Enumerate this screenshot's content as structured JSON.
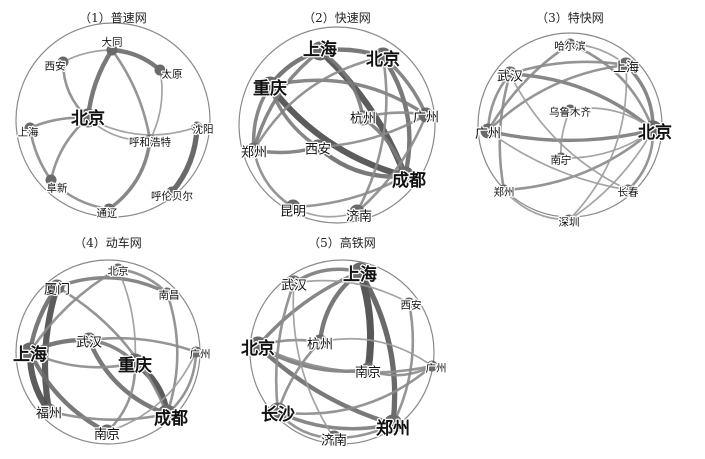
{
  "panels": [
    {
      "id": "p1",
      "title": "（1）普速网",
      "nodes": [
        {
          "id": "datong",
          "label": "大同",
          "size": 1
        },
        {
          "id": "taiyuan",
          "label": "太原",
          "size": 1
        },
        {
          "id": "xian",
          "label": "西安",
          "size": 1
        },
        {
          "id": "beijing",
          "label": "北京",
          "size": 3
        },
        {
          "id": "huhehaote",
          "label": "呼和浩特",
          "size": 1
        },
        {
          "id": "shenyang",
          "label": "沈阳",
          "size": 1
        },
        {
          "id": "shanghai",
          "label": "上海",
          "size": 1
        },
        {
          "id": "fuxin",
          "label": "阜新",
          "size": 1
        },
        {
          "id": "tongliao",
          "label": "通辽",
          "size": 1
        },
        {
          "id": "hulunbeier",
          "label": "呼伦贝尔",
          "size": 1
        }
      ],
      "edges": [
        {
          "s": "beijing",
          "t": "datong",
          "w": 4
        },
        {
          "s": "datong",
          "t": "taiyuan",
          "w": 4
        },
        {
          "s": "beijing",
          "t": "xian",
          "w": 2
        },
        {
          "s": "beijing",
          "t": "shanghai",
          "w": 2
        },
        {
          "s": "beijing",
          "t": "fuxin",
          "w": 2
        },
        {
          "s": "beijing",
          "t": "huhehaote",
          "w": 1
        },
        {
          "s": "datong",
          "t": "huhehaote",
          "w": 2
        },
        {
          "s": "shenyang",
          "t": "hulunbeier",
          "w": 5
        },
        {
          "s": "tongliao",
          "t": "huhehaote",
          "w": 3
        },
        {
          "s": "fuxin",
          "t": "shanghai",
          "w": 2
        },
        {
          "s": "fuxin",
          "t": "tongliao",
          "w": 2
        },
        {
          "s": "beijing",
          "t": "shenyang",
          "w": 1
        },
        {
          "s": "xian",
          "t": "datong",
          "w": 1
        },
        {
          "s": "taiyuan",
          "t": "huhehaote",
          "w": 1
        }
      ]
    },
    {
      "id": "p2",
      "title": "（2）快速网",
      "nodes": [
        {
          "id": "shanghai",
          "label": "上海",
          "size": 3
        },
        {
          "id": "beijing",
          "label": "北京",
          "size": 3
        },
        {
          "id": "chongqing",
          "label": "重庆",
          "size": 3
        },
        {
          "id": "hangzhou",
          "label": "杭州",
          "size": 2
        },
        {
          "id": "guangzhou",
          "label": "广州",
          "size": 2
        },
        {
          "id": "zhengzhou",
          "label": "郑州",
          "size": 2
        },
        {
          "id": "xian",
          "label": "西安",
          "size": 2
        },
        {
          "id": "chengdu",
          "label": "成都",
          "size": 3
        },
        {
          "id": "kunming",
          "label": "昆明",
          "size": 2
        },
        {
          "id": "jinan",
          "label": "济南",
          "size": 2
        }
      ],
      "edges": [
        {
          "s": "shanghai",
          "t": "chengdu",
          "w": 6
        },
        {
          "s": "chongqing",
          "t": "chengdu",
          "w": 6
        },
        {
          "s": "beijing",
          "t": "chengdu",
          "w": 4
        },
        {
          "s": "shanghai",
          "t": "beijing",
          "w": 4
        },
        {
          "s": "shanghai",
          "t": "chongqing",
          "w": 4
        },
        {
          "s": "chongqing",
          "t": "guangzhou",
          "w": 3
        },
        {
          "s": "beijing",
          "t": "guangzhou",
          "w": 3
        },
        {
          "s": "shanghai",
          "t": "zhengzhou",
          "w": 3
        },
        {
          "s": "xian",
          "t": "chengdu",
          "w": 4
        },
        {
          "s": "zhengzhou",
          "t": "xian",
          "w": 3
        },
        {
          "s": "hangzhou",
          "t": "chengdu",
          "w": 3
        },
        {
          "s": "shanghai",
          "t": "hangzhou",
          "w": 3
        },
        {
          "s": "kunming",
          "t": "chengdu",
          "w": 2
        },
        {
          "s": "jinan",
          "t": "beijing",
          "w": 2
        },
        {
          "s": "zhengzhou",
          "t": "kunming",
          "w": 2
        },
        {
          "s": "guangzhou",
          "t": "jinan",
          "w": 2
        },
        {
          "s": "chongqing",
          "t": "zhengzhou",
          "w": 3
        },
        {
          "s": "beijing",
          "t": "zhengzhou",
          "w": 2
        },
        {
          "s": "xian",
          "t": "guangzhou",
          "w": 2
        },
        {
          "s": "chongqing",
          "t": "xian",
          "w": 3
        },
        {
          "s": "kunming",
          "t": "jinan",
          "w": 1
        },
        {
          "s": "hangzhou",
          "t": "guangzhou",
          "w": 2
        }
      ]
    },
    {
      "id": "p3",
      "title": "（3）特快网",
      "nodes": [
        {
          "id": "haerbin",
          "label": "哈尔滨",
          "size": 1
        },
        {
          "id": "shanghai",
          "label": "上海",
          "size": 2
        },
        {
          "id": "wuhan",
          "label": "武汉",
          "size": 2
        },
        {
          "id": "wulumuqi",
          "label": "乌鲁木齐",
          "size": 1
        },
        {
          "id": "guangzhou",
          "label": "广州",
          "size": 2
        },
        {
          "id": "beijing",
          "label": "北京",
          "size": 3
        },
        {
          "id": "nanning",
          "label": "南宁",
          "size": 1
        },
        {
          "id": "zhengzhou",
          "label": "郑州",
          "size": 1
        },
        {
          "id": "changchun",
          "label": "长春",
          "size": 1
        },
        {
          "id": "shenzhen",
          "label": "深圳",
          "size": 1
        }
      ],
      "edges": [
        {
          "s": "beijing",
          "t": "guangzhou",
          "w": 3
        },
        {
          "s": "beijing",
          "t": "wuhan",
          "w": 3
        },
        {
          "s": "shanghai",
          "t": "beijing",
          "w": 3
        },
        {
          "s": "shanghai",
          "t": "wuhan",
          "w": 2
        },
        {
          "s": "wuhan",
          "t": "guangzhou",
          "w": 2
        },
        {
          "s": "haerbin",
          "t": "beijing",
          "w": 2
        },
        {
          "s": "haerbin",
          "t": "guangzhou",
          "w": 2
        },
        {
          "s": "zhengzhou",
          "t": "beijing",
          "w": 2
        },
        {
          "s": "changchun",
          "t": "beijing",
          "w": 2
        },
        {
          "s": "shenzhen",
          "t": "beijing",
          "w": 1
        },
        {
          "s": "nanning",
          "t": "beijing",
          "w": 1
        },
        {
          "s": "wulumuqi",
          "t": "beijing",
          "w": 1
        },
        {
          "s": "wuhan",
          "t": "zhengzhou",
          "w": 2
        },
        {
          "s": "shanghai",
          "t": "guangzhou",
          "w": 2
        },
        {
          "s": "shanghai",
          "t": "shenzhen",
          "w": 1
        },
        {
          "s": "guangzhou",
          "t": "changchun",
          "w": 1
        },
        {
          "s": "haerbin",
          "t": "shanghai",
          "w": 1
        },
        {
          "s": "zhengzhou",
          "t": "shenzhen",
          "w": 1
        },
        {
          "s": "wulumuqi",
          "t": "nanning",
          "w": 1
        },
        {
          "s": "wuhan",
          "t": "changchun",
          "w": 1
        }
      ]
    },
    {
      "id": "p4",
      "title": "（4）动车网",
      "nodes": [
        {
          "id": "beijing",
          "label": "北京",
          "size": 1
        },
        {
          "id": "xiamen",
          "label": "厦门",
          "size": 2
        },
        {
          "id": "nanchang",
          "label": "南昌",
          "size": 1
        },
        {
          "id": "wuhan",
          "label": "武汉",
          "size": 2
        },
        {
          "id": "shanghai",
          "label": "上海",
          "size": 3
        },
        {
          "id": "chongqing",
          "label": "重庆",
          "size": 3
        },
        {
          "id": "guangzhou",
          "label": "广州",
          "size": 1
        },
        {
          "id": "fuzhou",
          "label": "福州",
          "size": 2
        },
        {
          "id": "chengdu",
          "label": "成都",
          "size": 3
        },
        {
          "id": "nanjing",
          "label": "南京",
          "size": 2
        }
      ],
      "edges": [
        {
          "s": "xiamen",
          "t": "fuzhou",
          "w": 6
        },
        {
          "s": "shanghai",
          "t": "fuzhou",
          "w": 6
        },
        {
          "s": "chongqing",
          "t": "chengdu",
          "w": 6
        },
        {
          "s": "xiamen",
          "t": "shanghai",
          "w": 4
        },
        {
          "s": "shanghai",
          "t": "nanjing",
          "w": 4
        },
        {
          "s": "wuhan",
          "t": "chengdu",
          "w": 4
        },
        {
          "s": "shanghai",
          "t": "wuhan",
          "w": 4
        },
        {
          "s": "wuhan",
          "t": "chongqing",
          "w": 3
        },
        {
          "s": "xiamen",
          "t": "nanchang",
          "w": 3
        },
        {
          "s": "beijing",
          "t": "shanghai",
          "w": 2
        },
        {
          "s": "nanchang",
          "t": "chengdu",
          "w": 2
        },
        {
          "s": "guangzhou",
          "t": "chengdu",
          "w": 2
        },
        {
          "s": "wuhan",
          "t": "guangzhou",
          "w": 2
        },
        {
          "s": "beijing",
          "t": "nanchang",
          "w": 2
        },
        {
          "s": "nanjing",
          "t": "chongqing",
          "w": 2
        },
        {
          "s": "fuzhou",
          "t": "chengdu",
          "w": 2
        },
        {
          "s": "xiamen",
          "t": "chengdu",
          "w": 2
        },
        {
          "s": "nanjing",
          "t": "guangzhou",
          "w": 1
        },
        {
          "s": "beijing",
          "t": "chongqing",
          "w": 1
        },
        {
          "s": "shanghai",
          "t": "chongqing",
          "w": 2
        }
      ]
    },
    {
      "id": "p5",
      "title": "（5）高铁网",
      "nodes": [
        {
          "id": "shanghai",
          "label": "上海",
          "size": 3
        },
        {
          "id": "wuhan",
          "label": "武汉",
          "size": 2
        },
        {
          "id": "xian",
          "label": "西安",
          "size": 1
        },
        {
          "id": "beijing",
          "label": "北京",
          "size": 3
        },
        {
          "id": "hangzhou",
          "label": "杭州",
          "size": 2
        },
        {
          "id": "nanjing",
          "label": "南京",
          "size": 2
        },
        {
          "id": "guangzhou",
          "label": "广州",
          "size": 1
        },
        {
          "id": "changsha",
          "label": "长沙",
          "size": 3
        },
        {
          "id": "zhengzhou",
          "label": "郑州",
          "size": 3
        },
        {
          "id": "jinan",
          "label": "济南",
          "size": 2
        }
      ],
      "edges": [
        {
          "s": "shanghai",
          "t": "nanjing",
          "w": 7
        },
        {
          "s": "shanghai",
          "t": "zhengzhou",
          "w": 5
        },
        {
          "s": "shanghai",
          "t": "hangzhou",
          "w": 4
        },
        {
          "s": "beijing",
          "t": "zhengzhou",
          "w": 4
        },
        {
          "s": "changsha",
          "t": "zhengzhou",
          "w": 3
        },
        {
          "s": "wuhan",
          "t": "shanghai",
          "w": 3
        },
        {
          "s": "beijing",
          "t": "shanghai",
          "w": 3
        },
        {
          "s": "beijing",
          "t": "nanjing",
          "w": 3
        },
        {
          "s": "changsha",
          "t": "jinan",
          "w": 2
        },
        {
          "s": "wuhan",
          "t": "changsha",
          "w": 2
        },
        {
          "s": "xian",
          "t": "zhengzhou",
          "w": 2
        },
        {
          "s": "guangzhou",
          "t": "changsha",
          "w": 2
        },
        {
          "s": "hangzhou",
          "t": "changsha",
          "w": 2
        },
        {
          "s": "beijing",
          "t": "guangzhou",
          "w": 2
        },
        {
          "s": "nanjing",
          "t": "guangzhou",
          "w": 2
        },
        {
          "s": "jinan",
          "t": "zhengzhou",
          "w": 2
        },
        {
          "s": "wuhan",
          "t": "xian",
          "w": 1
        },
        {
          "s": "hangzhou",
          "t": "guangzhou",
          "w": 1
        },
        {
          "s": "beijing",
          "t": "hangzhou",
          "w": 2
        },
        {
          "s": "wuhan",
          "t": "jinan",
          "w": 1
        }
      ]
    }
  ]
}
